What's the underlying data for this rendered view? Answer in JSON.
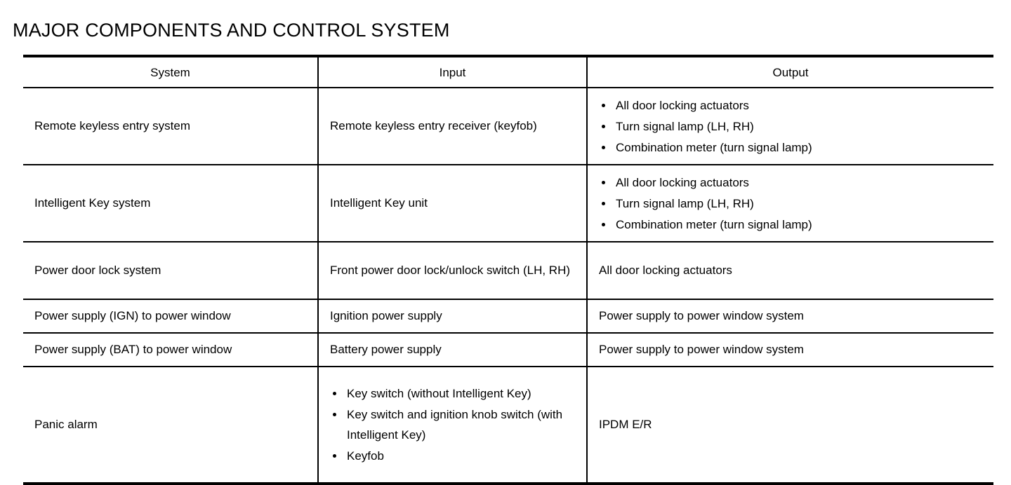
{
  "page": {
    "title": "MAJOR COMPONENTS AND CONTROL SYSTEM"
  },
  "table": {
    "headers": {
      "system": "System",
      "input": "Input",
      "output": "Output"
    },
    "rows": [
      {
        "system": "Remote keyless entry system",
        "input_text": "Remote keyless entry receiver (keyfob)",
        "output_bullets": [
          "All door locking actuators",
          "Turn signal lamp (LH, RH)",
          "Combination meter (turn signal lamp)"
        ]
      },
      {
        "system": "Intelligent Key system",
        "input_text": "Intelligent Key unit",
        "output_bullets": [
          "All door locking actuators",
          "Turn signal lamp (LH, RH)",
          "Combination meter (turn signal lamp)"
        ]
      },
      {
        "system": "Power door lock system",
        "input_text": "Front power door lock/unlock switch (LH, RH)",
        "output_text": "All door locking actuators"
      },
      {
        "system": "Power supply (IGN) to power window",
        "input_text": "Ignition power supply",
        "output_text": "Power supply to power window system"
      },
      {
        "system": "Power supply (BAT) to power window",
        "input_text": "Battery power supply",
        "output_text": "Power supply to power window system"
      },
      {
        "system": "Panic alarm",
        "input_bullets": [
          "Key switch (without Intelligent Key)",
          "Key switch and ignition knob switch (with Intelligent Key)",
          "Keyfob"
        ],
        "output_text": "IPDM E/R"
      }
    ]
  }
}
